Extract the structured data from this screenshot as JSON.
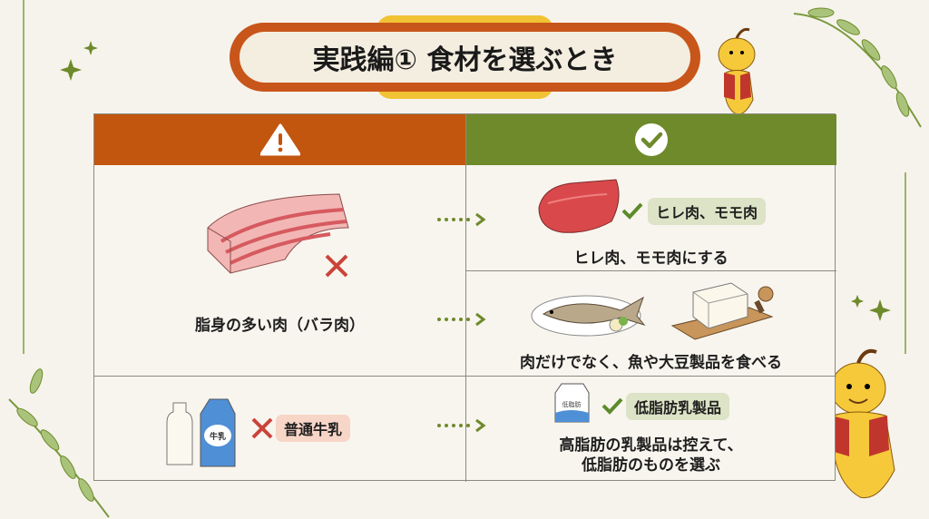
{
  "title": "実践編① 食材を選ぶとき",
  "header": {
    "bad_icon": "warning-icon",
    "good_icon": "check-circle-icon"
  },
  "colors": {
    "bad": "#c2560f",
    "good": "#6e8a2b",
    "title_ring": "#c8561a",
    "title_tab": "#f1c233"
  },
  "rows": [
    {
      "bad_caption": "脂身の多い肉（バラ肉）",
      "good": [
        {
          "tag": "ヒレ肉、モモ肉",
          "caption": "ヒレ肉、モモ肉にする"
        },
        {
          "caption": "肉だけでなく、魚や大豆製品を食べる"
        }
      ]
    },
    {
      "bad_tag": "普通牛乳",
      "bad_carton_label": "牛乳",
      "good": [
        {
          "tag": "低脂肪乳製品",
          "carton_label": "低脂肪",
          "caption_line1": "高脂肪の乳製品は控えて、",
          "caption_line2": "低脂肪のものを選ぶ"
        }
      ]
    }
  ]
}
